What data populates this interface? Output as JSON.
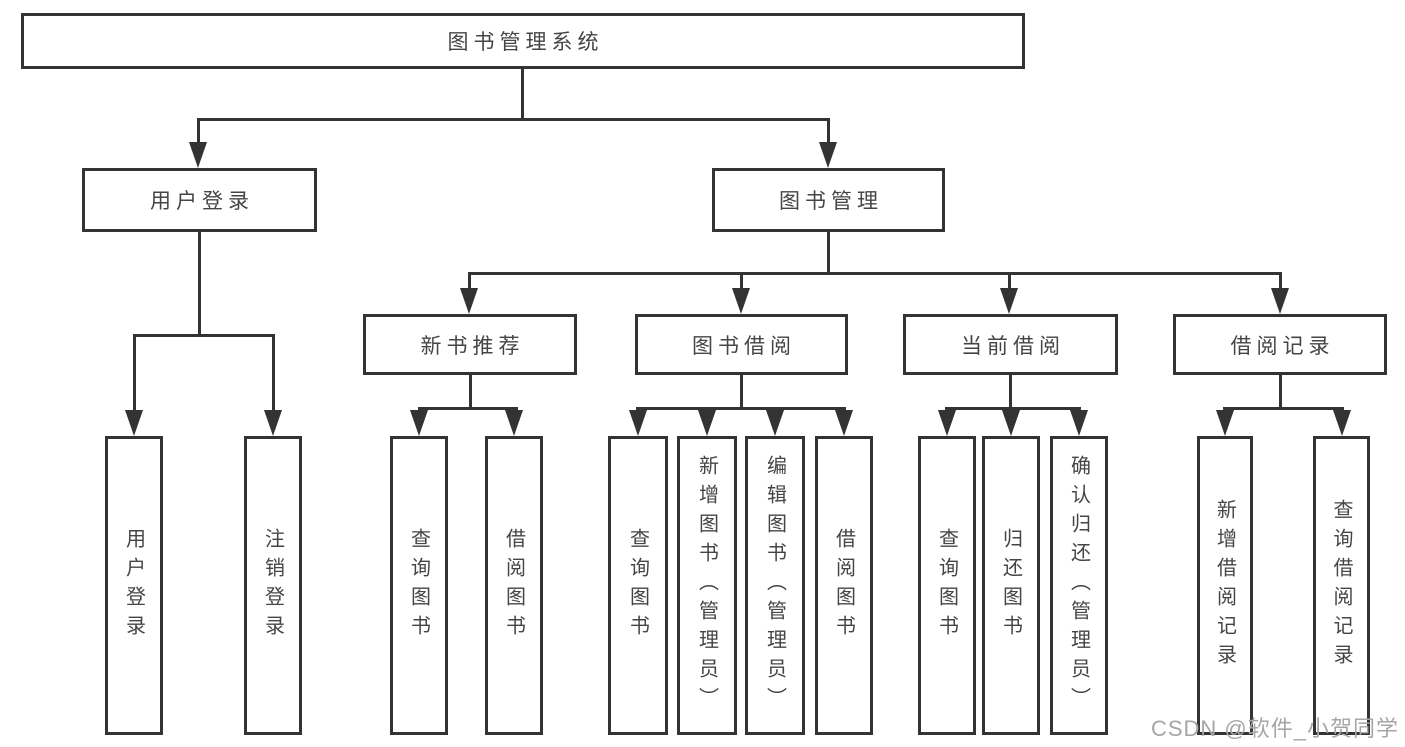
{
  "diagram": {
    "title": "图书管理系统",
    "level2": [
      "用户登录",
      "图书管理"
    ],
    "level3": [
      "新书推荐",
      "图书借阅",
      "当前借阅",
      "借阅记录"
    ],
    "leaves": {
      "user_login": [
        "用户登录",
        "注销登录"
      ],
      "new_book": [
        "查询图书",
        "借阅图书"
      ],
      "book_borrow": [
        "查询图书",
        "新增图书（管理员）",
        "编辑图书（管理员）",
        "借阅图书"
      ],
      "current_borrow": [
        "查询图书",
        "归还图书",
        "确认归还（管理员）"
      ],
      "borrow_records": [
        "新增借阅记录",
        "查询借阅记录"
      ]
    },
    "watermark": "CSDN @软件_小贺同学",
    "colors": {
      "line": "#333333",
      "text": "#454545",
      "watermark": "#a6a6a6",
      "background": "#ffffff"
    }
  }
}
